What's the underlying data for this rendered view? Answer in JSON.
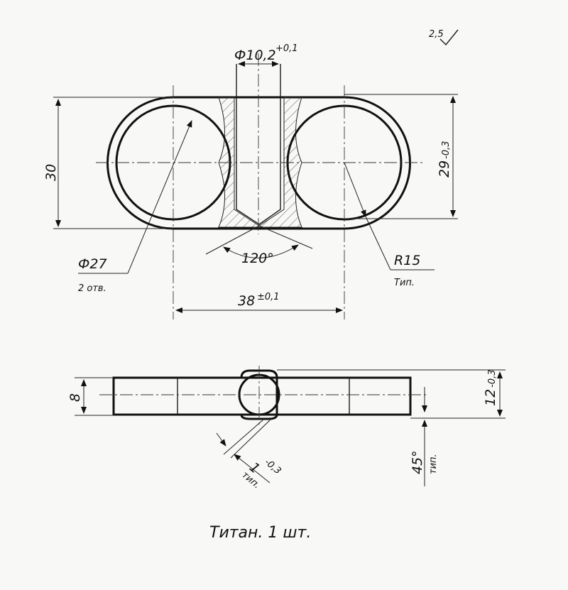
{
  "drawing": {
    "roughness": "2,5",
    "bore_diameter": "Ф10,2",
    "bore_tol": "+0,1",
    "height": "30",
    "inner_height": "29",
    "inner_height_tol": "-0,3",
    "hole_diameter": "Ф27",
    "hole_count": "2 отв.",
    "drill_angle": "120°",
    "radius": "R15",
    "radius_note": "Тип.",
    "center_distance": "38",
    "center_distance_tol": "±0,1",
    "thickness": "8",
    "total_thickness": "12",
    "total_thickness_tol": "-0,3",
    "chamfer": "1",
    "chamfer_tol": "-0,3",
    "chamfer_note": "тип.",
    "angle": "45°",
    "angle_note": "тип.",
    "material_note": "Титан.  1 шт."
  }
}
